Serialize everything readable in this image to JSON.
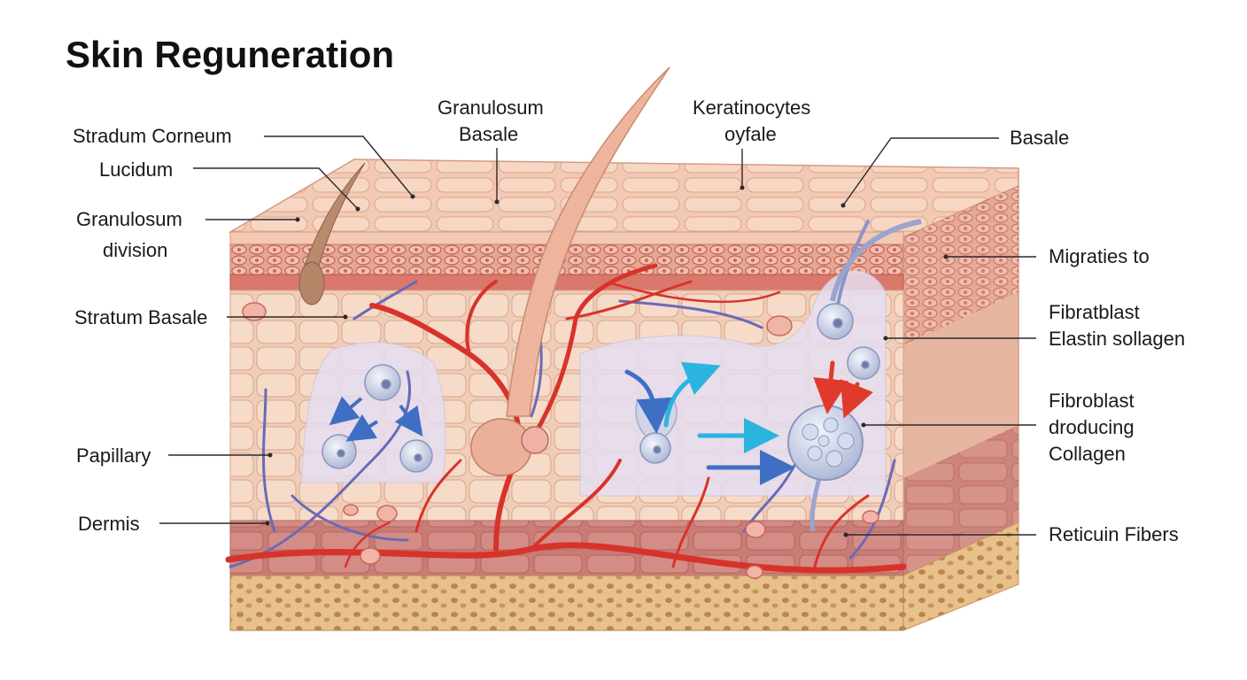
{
  "title": "Skin Reguneration",
  "labels": {
    "stradum_corneum": "Stradum Corneum",
    "lucidum": "Lucidum",
    "granulosum_division_1": "Granulosum",
    "granulosum_division_2": "division",
    "stratum_basale": "Stratum Basale",
    "papillary": "Papillary",
    "dermis": "Dermis",
    "granulosum_basale_1": "Granulosum",
    "granulosum_basale_2": "Basale",
    "keratinocytes_1": "Keratinocytes",
    "keratinocytes_2": "oyfale",
    "basale_right": "Basale",
    "migrates_to": "Migraties to",
    "fibratblast_1": "Fibratblast",
    "fibratblast_2": "Elastin sollagen",
    "fibroblast_1": "Fibroblast",
    "fibroblast_2": "droducing",
    "fibroblast_3": "Collagen",
    "reticuin": "Reticuin Fibers"
  },
  "colors": {
    "epidermis": "#f3c9b3",
    "granular_layer": "#e9a592",
    "basal_band": "#d9786b",
    "dermis": "#f0cdb6",
    "deep_dermis": "#c97b76",
    "hypodermis": "#e8c08a",
    "artery": "#d8332b",
    "vein": "#6a6ab8",
    "cell": "#c9d2ea",
    "arrow_blue": "#3f6fc4",
    "arrow_cyan": "#2bb4e0",
    "arrow_red": "#e03a2c",
    "regen_zone": "#e6def0"
  }
}
